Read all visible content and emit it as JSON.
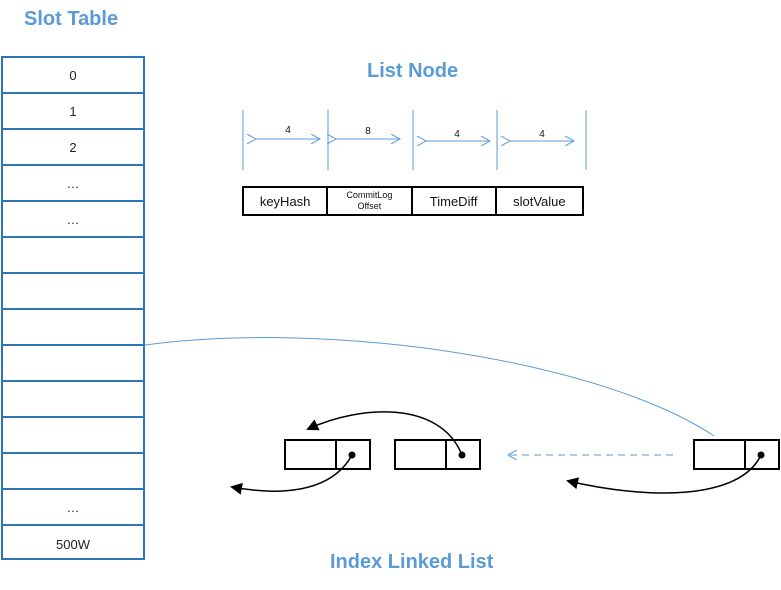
{
  "titles": {
    "slot_table": "Slot Table",
    "list_node": "List Node",
    "index_linked_list": "Index Linked List"
  },
  "slot_table": {
    "rows": [
      "0",
      "1",
      "2",
      "…",
      "…",
      "",
      "",
      "",
      "",
      "",
      "",
      "",
      "…",
      "500W"
    ]
  },
  "list_node": {
    "fields": [
      {
        "label": "keyHash",
        "size": "4"
      },
      {
        "label": "CommitLog Offset",
        "line1": "CommitLog",
        "line2": "Offset",
        "size": "8"
      },
      {
        "label": "TimeDiff",
        "size": "4"
      },
      {
        "label": "slotValue",
        "size": "4"
      }
    ]
  },
  "colors": {
    "title": "#5b9bd5",
    "table_border": "#2e75b6",
    "connector": "#5b9bd5",
    "node_border": "#000000"
  }
}
